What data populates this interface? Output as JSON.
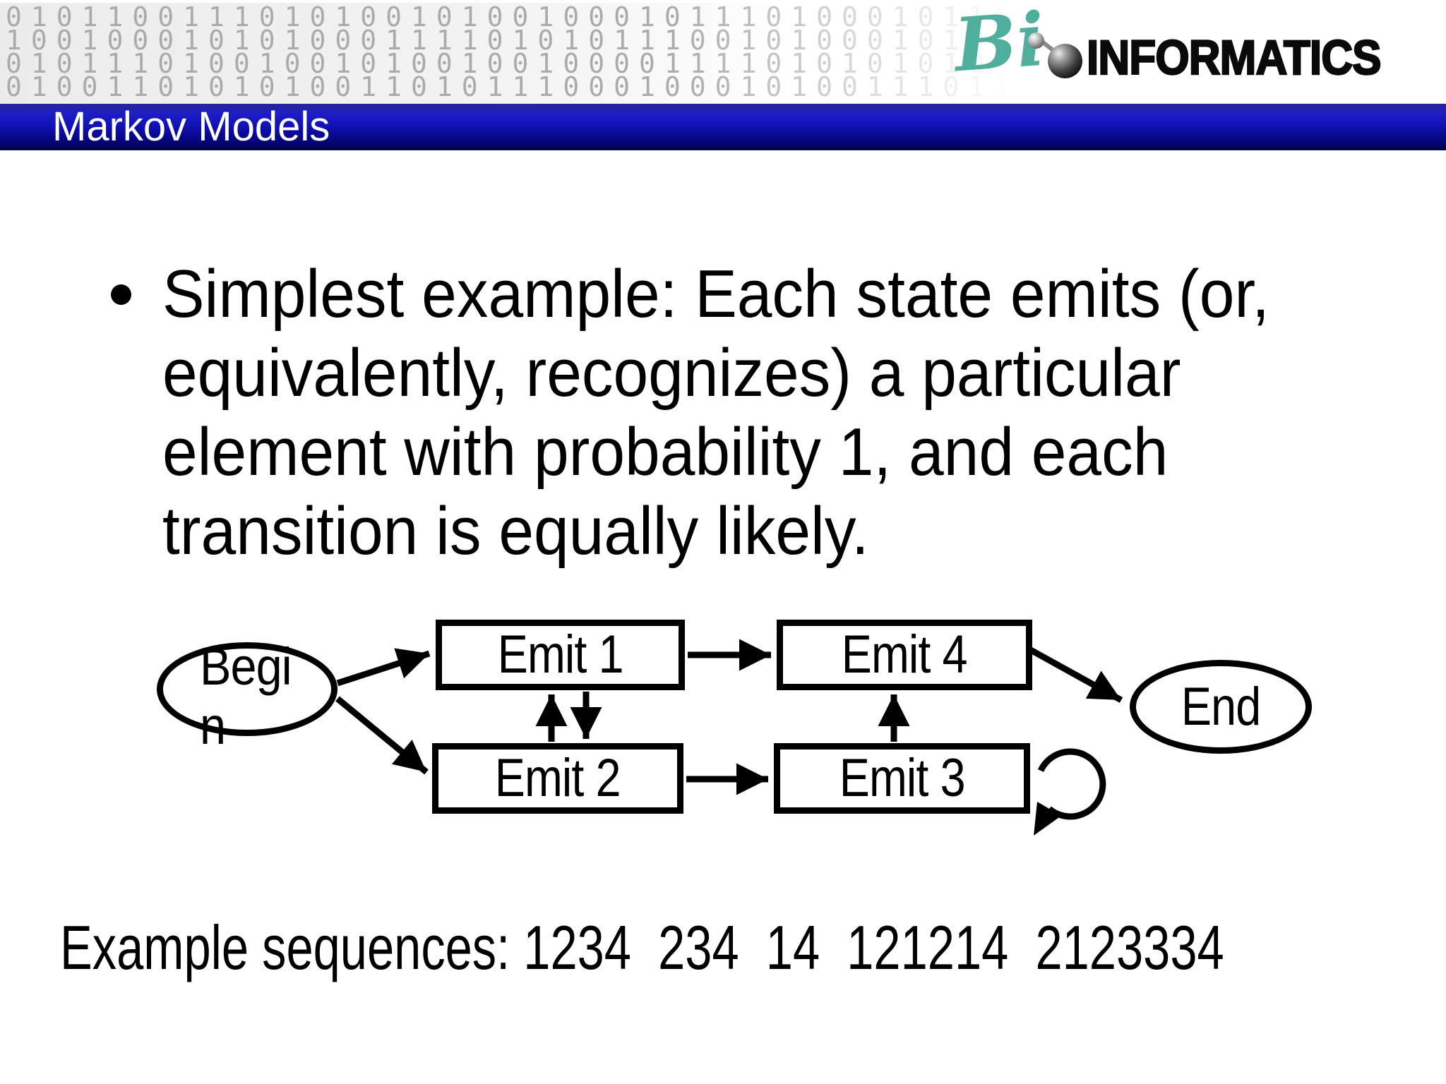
{
  "background": {
    "binary_rows": [
      "0101100111010100101001000101110100010110",
      "1001000101010001111010101110010100010100",
      "0101110100100101001001000011110101010101",
      "0100110101010011010111000100010100111011"
    ],
    "digit_color": "#ababab"
  },
  "logo": {
    "script_text": "Bi",
    "caps_text": "INFORMATICS",
    "teal_color": "#4fae9c",
    "caps_color": "#0a0a0a"
  },
  "title_bar": {
    "title": "Markov Models",
    "bg_top_color": "#1d1dc6",
    "bg_bottom_color": "#000050",
    "text_color": "#ffffff"
  },
  "bullet": {
    "marker": "•",
    "lines": [
      "Simplest example: Each state emits (or,",
      "equivalently, recognizes) a particular",
      "element with probability 1, and each",
      "transition is equally likely."
    ]
  },
  "diagram": {
    "begin_lines": [
      "Begi",
      "n"
    ],
    "emit1_label": "Emit 1",
    "emit2_label": "Emit 2",
    "emit3_label": "Emit 3",
    "emit4_label": "Emit 4",
    "end_label": "End",
    "stroke_color": "#000000"
  },
  "footer": {
    "text": "Example sequences: 1234  234  14  121214  2123334"
  }
}
